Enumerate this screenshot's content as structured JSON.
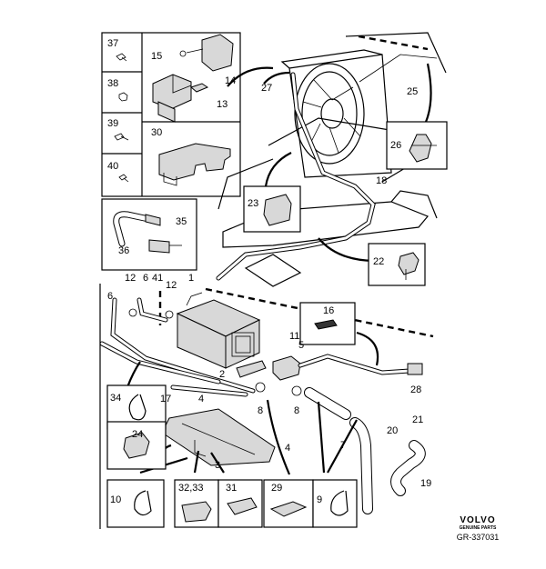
{
  "brand": {
    "name": "VOLVO",
    "subtitle": "GENUINE PARTS",
    "drawing_number": "GR-337031"
  },
  "callouts": [
    {
      "id": "c37",
      "text": "37"
    },
    {
      "id": "c15",
      "text": "15"
    },
    {
      "id": "c14",
      "text": "14"
    },
    {
      "id": "c38",
      "text": "38"
    },
    {
      "id": "c13",
      "text": "13"
    },
    {
      "id": "c39",
      "text": "39"
    },
    {
      "id": "c30",
      "text": "30"
    },
    {
      "id": "c40",
      "text": "40"
    },
    {
      "id": "c35",
      "text": "35"
    },
    {
      "id": "c36",
      "text": "36"
    },
    {
      "id": "c27",
      "text": "27"
    },
    {
      "id": "c25",
      "text": "25"
    },
    {
      "id": "c26",
      "text": "26"
    },
    {
      "id": "c18",
      "text": "18"
    },
    {
      "id": "c23",
      "text": "23"
    },
    {
      "id": "c22",
      "text": "22"
    },
    {
      "id": "c12a",
      "text": "12"
    },
    {
      "id": "c6a",
      "text": "6"
    },
    {
      "id": "c41",
      "text": "41"
    },
    {
      "id": "c1",
      "text": "1"
    },
    {
      "id": "c12b",
      "text": "12"
    },
    {
      "id": "c6b",
      "text": "6"
    },
    {
      "id": "c16",
      "text": "16"
    },
    {
      "id": "c11",
      "text": "11"
    },
    {
      "id": "c5",
      "text": "5"
    },
    {
      "id": "c2",
      "text": "2"
    },
    {
      "id": "c28",
      "text": "28"
    },
    {
      "id": "c34",
      "text": "34"
    },
    {
      "id": "c17",
      "text": "17"
    },
    {
      "id": "c4a",
      "text": "4"
    },
    {
      "id": "c8a",
      "text": "8"
    },
    {
      "id": "c8b",
      "text": "8"
    },
    {
      "id": "c7",
      "text": "7"
    },
    {
      "id": "c20",
      "text": "20"
    },
    {
      "id": "c21",
      "text": "21"
    },
    {
      "id": "c24",
      "text": "24"
    },
    {
      "id": "c4b",
      "text": "4"
    },
    {
      "id": "c3",
      "text": "3"
    },
    {
      "id": "c19",
      "text": "19"
    },
    {
      "id": "c10",
      "text": "10"
    },
    {
      "id": "c3233",
      "text": "32,33"
    },
    {
      "id": "c31",
      "text": "31"
    },
    {
      "id": "c29",
      "text": "29"
    },
    {
      "id": "c9",
      "text": "9"
    }
  ]
}
